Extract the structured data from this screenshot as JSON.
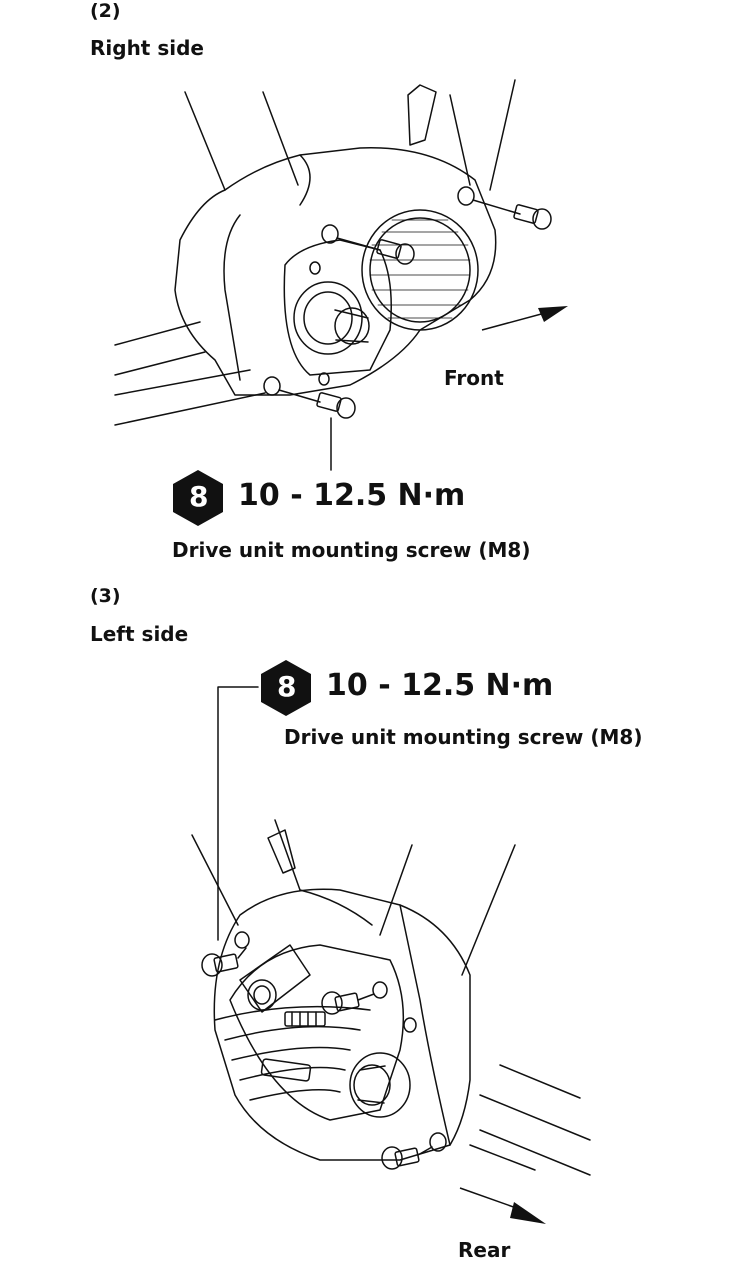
{
  "step2": {
    "number": "(2)",
    "side": "Right side",
    "torque_badge": "8",
    "torque": "10 - 12.5 N·m",
    "screw_label": "Drive unit mounting screw (M8)",
    "direction": "Front"
  },
  "step3": {
    "number": "(3)",
    "side": "Left side",
    "torque_badge": "8",
    "torque": "10 - 12.5 N·m",
    "screw_label": "Drive unit mounting screw (M8)",
    "direction": "Rear"
  },
  "icons": [
    "hex-wrench-size-icon",
    "direction-arrow-icon",
    "mounting-screw-icon"
  ],
  "colors": {
    "ink": "#111111",
    "background": "#ffffff"
  }
}
